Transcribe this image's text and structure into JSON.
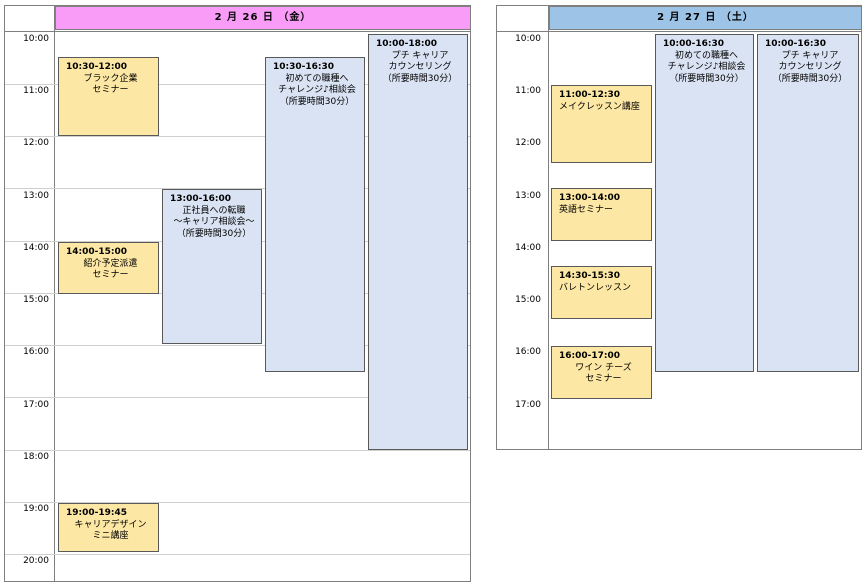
{
  "days": [
    {
      "header": "2 月 26 日 （金）",
      "header_color": "#f99cf7",
      "times": [
        "10:00",
        "11:00",
        "12:00",
        "13:00",
        "14:00",
        "15:00",
        "16:00",
        "17:00",
        "18:00",
        "19:00",
        "20:00"
      ],
      "events": [
        {
          "time": "10:30-12:00",
          "label": "ブラック企業\nセミナー",
          "color": "#fce7a4"
        },
        {
          "time": "13:00-16:00",
          "label": "正社員への転職\n～キャリア相談会～\n（所要時間30分）",
          "color": "#dae3f3"
        },
        {
          "time": "10:30-16:30",
          "label": "初めての職種へ\nチャレンジ♪相談会\n（所要時間30分）",
          "color": "#dae3f3"
        },
        {
          "time": "10:00-18:00",
          "label": "プチ キャリア\nカウンセリング\n（所要時間30分）",
          "color": "#dae3f3"
        },
        {
          "time": "14:00-15:00",
          "label": "紹介予定派遣\nセミナー",
          "color": "#fce7a4"
        },
        {
          "time": "19:00-19:45",
          "label": "キャリアデザイン\nミニ講座",
          "color": "#fce7a4"
        }
      ]
    },
    {
      "header": "2 月 27 日 （土）",
      "header_color": "#9dc3e6",
      "times": [
        "10:00",
        "11:00",
        "12:00",
        "13:00",
        "14:00",
        "15:00",
        "16:00",
        "17:00"
      ],
      "events": [
        {
          "time": "10:00-16:30",
          "label": "初めての職種へ\nチャレンジ♪相談会\n（所要時間30分）",
          "color": "#dae3f3"
        },
        {
          "time": "10:00-16:30",
          "label": "プチ キャリア\nカウンセリング\n（所要時間30分）",
          "color": "#dae3f3"
        },
        {
          "time": "11:00-12:30",
          "label": "メイクレッスン講座",
          "color": "#fce7a4"
        },
        {
          "time": "13:00-14:00",
          "label": "英語セミナー",
          "color": "#fce7a4"
        },
        {
          "time": "14:30-15:30",
          "label": "バレトンレッスン",
          "color": "#fce7a4"
        },
        {
          "time": "16:00-17:00",
          "label": "ワイン チーズ\nセミナー",
          "color": "#fce7a4"
        }
      ]
    }
  ]
}
